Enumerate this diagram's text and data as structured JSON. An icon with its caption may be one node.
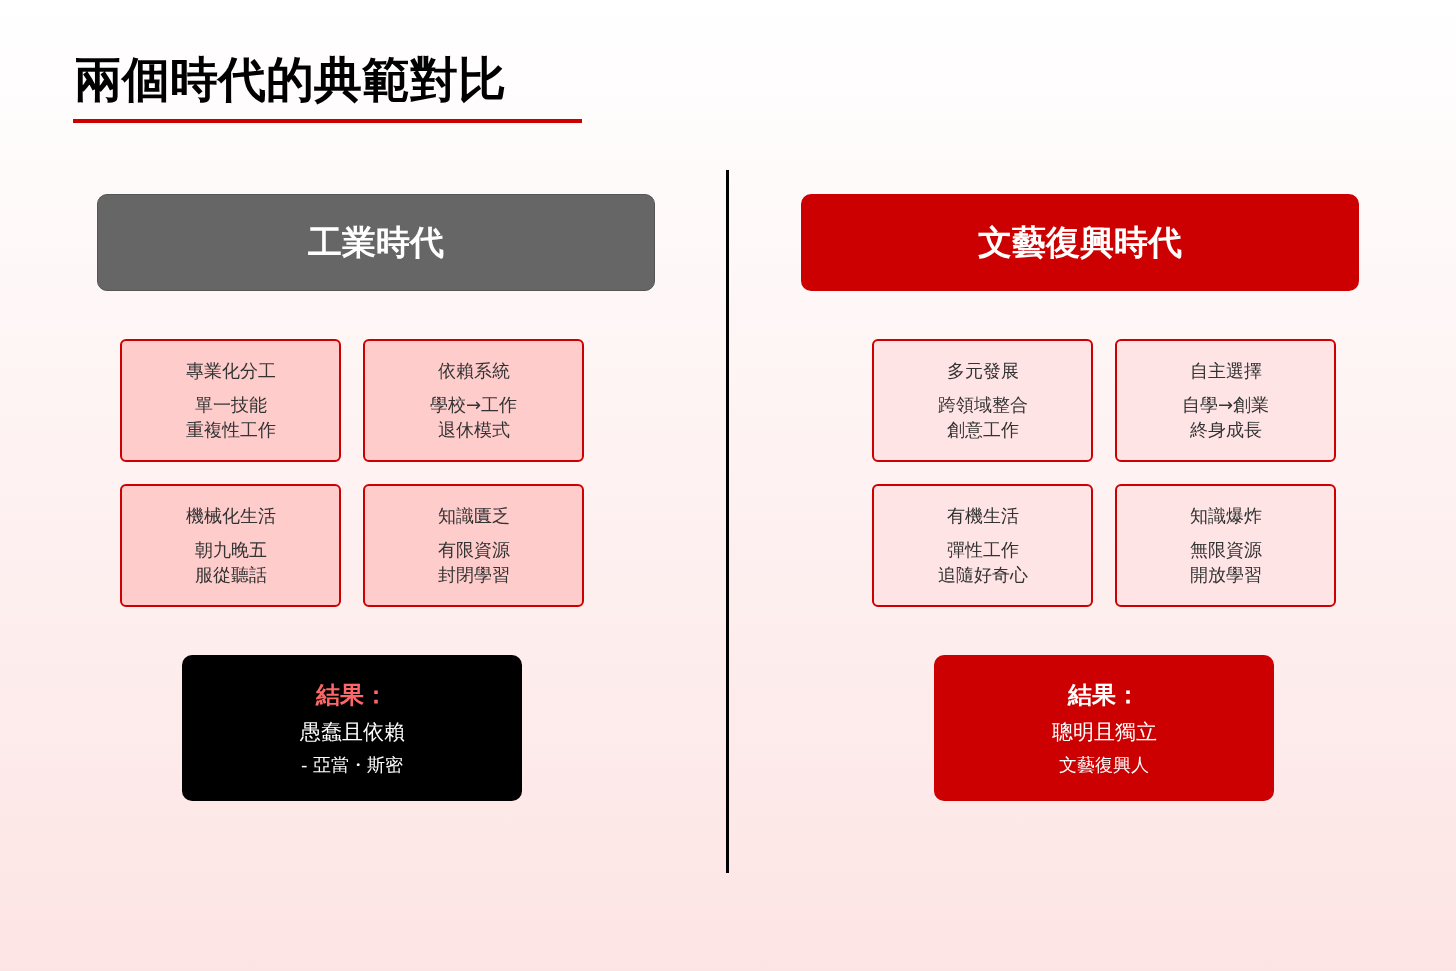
{
  "diagram": {
    "title": "兩個時代的典範對比",
    "nodes": [
      {
        "text": [
          "工業時代"
        ]
      },
      {
        "text": [
          "文藝復興時代"
        ]
      },
      {
        "text": [
          "專業化分工",
          "單一技能",
          "重複性工作"
        ]
      },
      {
        "text": [
          "依賴系統",
          "學校→工作",
          "退休模式"
        ]
      },
      {
        "text": [
          "機械化生活",
          "朝九晚五",
          "服從聽話"
        ]
      },
      {
        "text": [
          "知識匱乏",
          "有限資源",
          "封閉學習"
        ]
      },
      {
        "text": [
          "多元發展",
          "跨領域整合",
          "創意工作"
        ]
      },
      {
        "text": [
          "自主選擇",
          "自學→創業",
          "終身成長"
        ]
      },
      {
        "text": [
          "有機生活",
          "彈性工作",
          "追隨好奇心"
        ]
      },
      {
        "text": [
          "知識爆炸",
          "無限資源",
          "開放學習"
        ]
      },
      {
        "text": [
          "結果：",
          "愚蠢且依賴",
          "- 亞當・斯密"
        ]
      },
      {
        "text": [
          "結果：",
          "聰明且獨立",
          "文藝復興人"
        ]
      }
    ],
    "edges": []
  }
}
